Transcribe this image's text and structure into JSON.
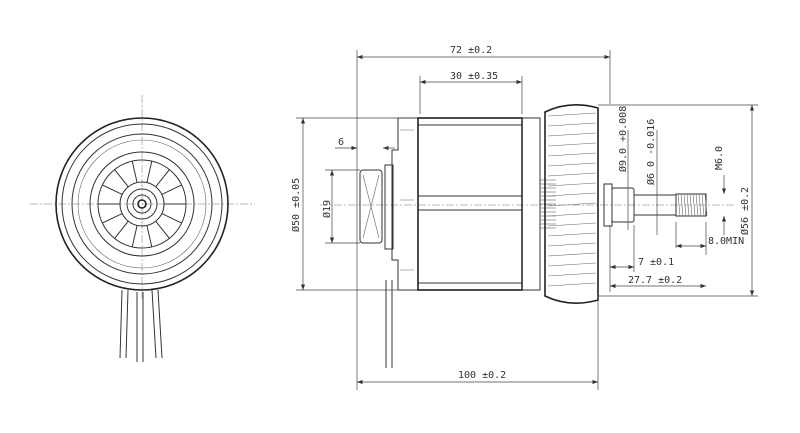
{
  "drawing": {
    "title": "Motor dimension drawing",
    "dimensions": {
      "overall_length": "100 ±0.2",
      "body_length": "72 ±0.2",
      "stator_length": "30 ±0.35",
      "bearing_offset": "6",
      "stator_diameter": "Ø50 ±0.05",
      "bearing_diameter": "Ø19",
      "fan_diameter": "Ø56 ±0.2",
      "collar_diameter": "Ø9.0 +0.008",
      "shaft_diameter": "Ø6 0 -0.016",
      "thread": "M6.0",
      "thread_length": "8.0MIN",
      "collar_length": "7 ±0.1",
      "shaft_length": "27.7 ±0.2"
    }
  }
}
